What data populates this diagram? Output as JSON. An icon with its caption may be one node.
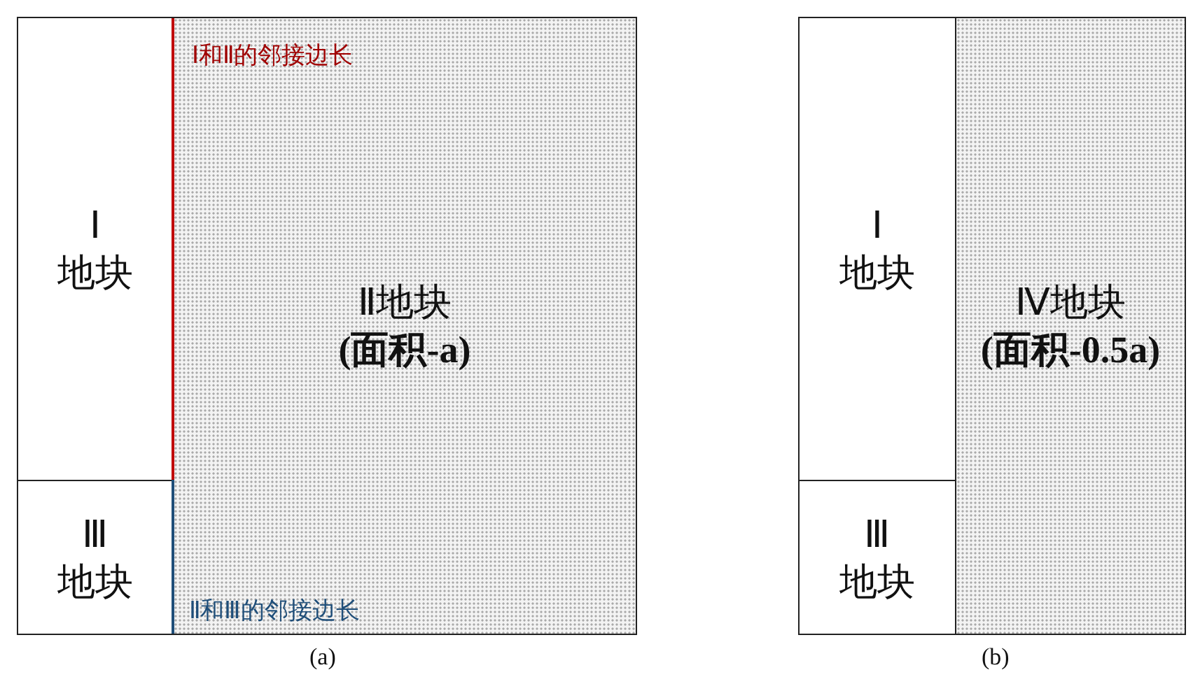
{
  "diagram": {
    "nodes": [
      {
        "text": [
          "Ⅰ",
          "地块"
        ]
      },
      {
        "text": [
          "Ⅲ",
          "地块"
        ]
      },
      {
        "text": [
          "Ⅱ地块",
          "(面积-a)"
        ]
      },
      {
        "text": [
          "Ⅰ",
          "地块"
        ]
      },
      {
        "text": [
          "Ⅲ",
          "地块"
        ]
      },
      {
        "text": [
          "Ⅳ地块",
          "(面积-0.5a)"
        ]
      }
    ],
    "labels": [
      "Ⅰ和Ⅱ的邻接边长",
      "Ⅱ和Ⅲ的邻接边长",
      "(a)",
      "(b)"
    ]
  }
}
